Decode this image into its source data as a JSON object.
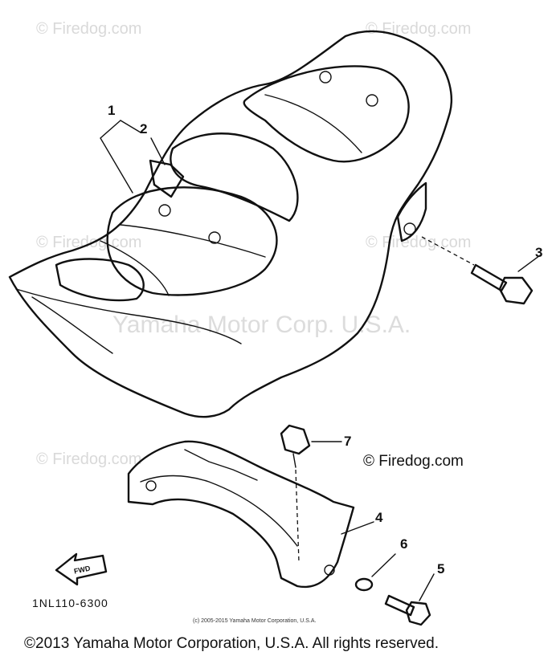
{
  "watermarks": {
    "firedog_label": "Firedog.com",
    "corp_label": "Yamaha Motor Corp. U.S.A."
  },
  "callouts": {
    "c1": "1",
    "c2": "2",
    "c3": "3",
    "c4": "4",
    "c5": "5",
    "c6": "6",
    "c7": "7"
  },
  "fwd_label": "FWD",
  "part_number": "1NL110-6300",
  "small_copyright": "(c) 2005-2015 Yamaha Motor Corporation, U.S.A.",
  "firedog_credit": "© Firedog.com",
  "footer": "©2013 Yamaha Motor Corporation, U.S.A. All rights reserved."
}
